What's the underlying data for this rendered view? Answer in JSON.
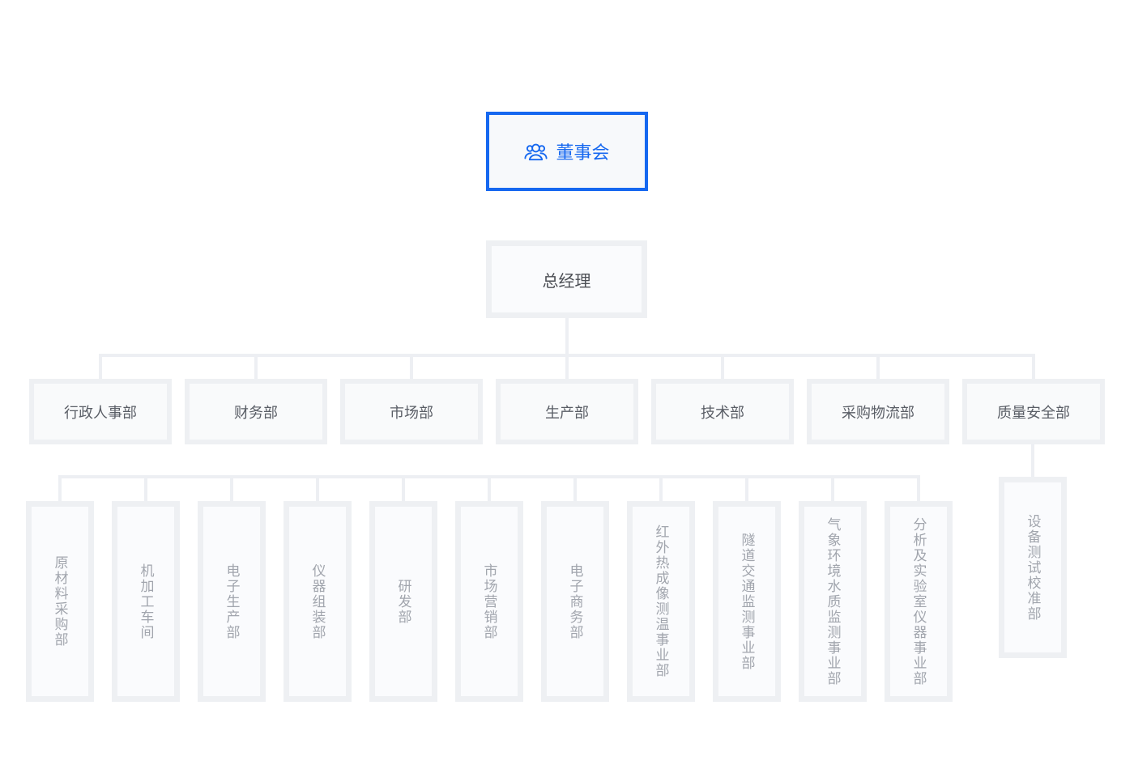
{
  "org_chart": {
    "board": {
      "label": "董事会",
      "icon": "team-icon"
    },
    "general_manager": {
      "label": "总经理"
    },
    "departments": [
      {
        "label": "行政人事部"
      },
      {
        "label": "财务部"
      },
      {
        "label": "市场部"
      },
      {
        "label": "生产部"
      },
      {
        "label": "技术部"
      },
      {
        "label": "采购物流部"
      },
      {
        "label": "质量安全部"
      }
    ],
    "sub_departments": [
      {
        "label": "原材料采购部"
      },
      {
        "label": "机加工车间"
      },
      {
        "label": "电子生产部"
      },
      {
        "label": "仪器组装部"
      },
      {
        "label": "研发部"
      },
      {
        "label": "市场营销部"
      },
      {
        "label": "电子商务部"
      },
      {
        "label": "红外热成像测温事业部"
      },
      {
        "label": "隧道交通监测事业部"
      },
      {
        "label": "气象环境水质监测事业部"
      },
      {
        "label": "分析及实验室仪器事业部"
      }
    ],
    "quality_sub_department": {
      "label": "设备测试校准部"
    }
  },
  "colors": {
    "accent_blue": "#1668f0",
    "connector_gray": "#edeff3",
    "node_frame_gray": "#eef0f3",
    "node_fill": "#fafbfd",
    "text_gm": "#4b4e54",
    "text_dept": "#5a5e66",
    "text_sub": "#a1a5ad"
  }
}
